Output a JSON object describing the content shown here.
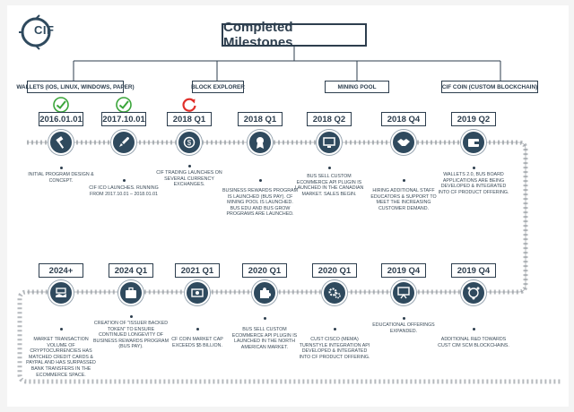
{
  "logo": {
    "text": "CIF"
  },
  "title": "Completed Milestones",
  "categories": [
    {
      "label": "WALLETS (IOS, LINUX, WINDOWS, PAPER)"
    },
    {
      "label": "BLOCK EXPLORER"
    },
    {
      "label": "MINING POOL"
    },
    {
      "label": "CIF COIN (CUSTOM BLOCKCHAIN)"
    }
  ],
  "milestones": [
    {
      "date": "2016.01.01",
      "icon": "gavel-icon",
      "status": "check-icon",
      "description": "INITIAL PROGRAM DESIGN & CONCEPT."
    },
    {
      "date": "2017.10.01",
      "icon": "rocket-icon",
      "status": "check-icon",
      "description": "CIF ICO LAUNCHES. RUNNING FROM 2017.10.01 – 2018.01.01"
    },
    {
      "date": "2018 Q1",
      "icon": "dollar-cycle-icon",
      "status": "refresh-icon",
      "description": "CIF TRADING LAUNCHES ON SEVERAL CURRENCY EXCHANGES."
    },
    {
      "date": "2018 Q1",
      "icon": "award-icon",
      "status": "",
      "description": "BUSINESS REWARDS PROGRAM IS LAUNCHED (BUS PAY). CF MINING POOL IS LAUNCHED. BUS EDU AND BUS GROW PROGRAMS ARE LAUNCHED."
    },
    {
      "date": "2018 Q2",
      "icon": "monitor-icon",
      "status": "",
      "description": "BUS SELL CUSTOM ECOMMERCE API PLUGIN IS LAUNCHED IN THE CANADIAN MARKET. SALES BEGIN."
    },
    {
      "date": "2018 Q4",
      "icon": "handshake-icon",
      "status": "",
      "description": "HIRING ADDITIONAL STAFF EDUCATORS & SUPPORT TO MEET THE INCREASING CUSTOMER DEMAND."
    },
    {
      "date": "2019 Q2",
      "icon": "wallet-icon",
      "status": "",
      "description": "WALLETS 2.0, BUS BOARD APPLICATIONS ARE BEING DEVELOPED & INTEGRATED INTO CF PRODUCT OFFERING."
    },
    {
      "date": "2019 Q4",
      "icon": "global-network-icon",
      "status": "",
      "description": "ADDITIONAL R&D TOWARDS CUST CIM SCM BLOCKCHAINS."
    },
    {
      "date": "2019 Q4",
      "icon": "presentation-icon",
      "status": "",
      "description": "EDUCATIONAL OFFERINGS EXPANDED."
    },
    {
      "date": "2020 Q1",
      "icon": "gears-icon",
      "status": "",
      "description": "CUST CISCO (MEMA) TURNSTYLE INTEGRATION API DEVELOPED & INTEGRATED INTO CF PRODUCT OFFERING."
    },
    {
      "date": "2020 Q1",
      "icon": "puzzle-icon",
      "status": "",
      "description": "BUS SELL CUSTOM ECOMMERCE API PLUGIN IS LAUNCHED IN THE NORTH AMERICAN MARKET."
    },
    {
      "date": "2021 Q1",
      "icon": "money-cycle-icon",
      "status": "",
      "description": "CF COIN MARKET CAP EXCEEDS $5 BILLION."
    },
    {
      "date": "2024 Q1",
      "icon": "briefcase-icon",
      "status": "",
      "description": "CREATION OF \"ISSUER BACKED TOKEN\" TO ENSURE CONTINUED LONGEVITY OF BUSINESS REWARDS PROGRAM (BUS PAY)."
    },
    {
      "date": "2024+",
      "icon": "cash-handshake-icon",
      "status": "",
      "description": "MARKET TRANSACTION VOLUME OF CRYPTOCURRENCIES HAS MATCHED CREDIT CARDS & PAYPAL AND HAS SURPASSED BANK TRANSFERS IN THE ECOMMERCE SPACE."
    }
  ],
  "colors": {
    "node": "#2f4a5e",
    "track": "#b5b9bd",
    "check": "#3aa53a",
    "refresh": "#e0302a"
  }
}
